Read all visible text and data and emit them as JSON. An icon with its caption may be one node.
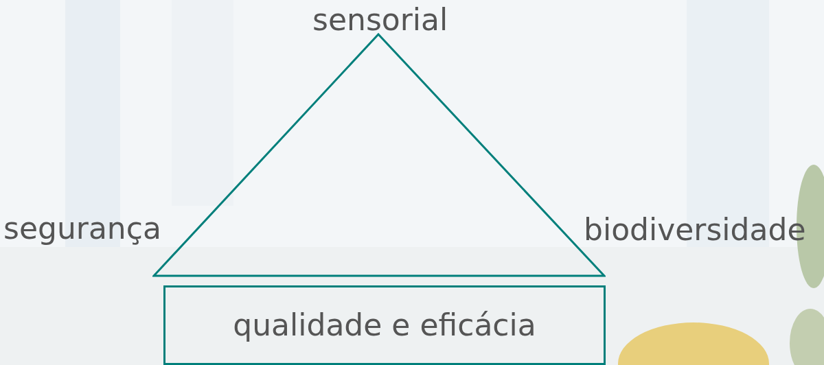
{
  "diagram": {
    "nodes": [
      {
        "text": [],
        "shape": "triangle",
        "beside": [
          "sensorial",
          "segurança",
          "biodiversidade"
        ]
      },
      {
        "text": [
          "qualidade e eficácia"
        ]
      }
    ]
  }
}
